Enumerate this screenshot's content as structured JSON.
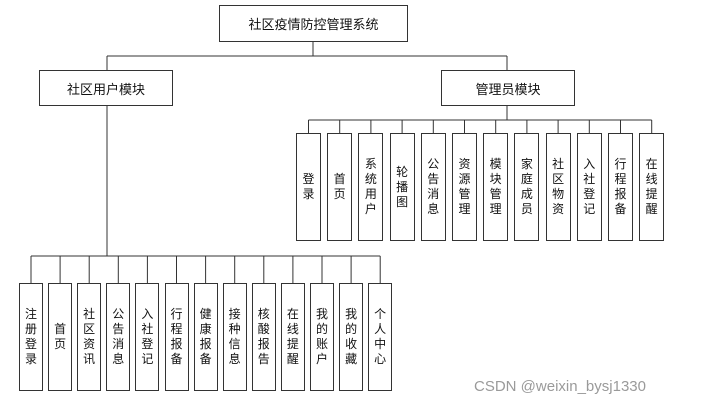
{
  "root": {
    "label": "社区疫情防控管理系统"
  },
  "user_module": {
    "label": "社区用户模块",
    "children": [
      "注册登录",
      "首页",
      "社区资讯",
      "公告消息",
      "入社登记",
      "行程报备",
      "健康报备",
      "接种信息",
      "核酸报告",
      "在线提醒",
      "我的账户",
      "我的收藏",
      "个人中心"
    ]
  },
  "admin_module": {
    "label": "管理员模块",
    "children": [
      "登录",
      "首页",
      "系统用户",
      "轮播图",
      "公告消息",
      "资源管理",
      "模块管理",
      "家庭成员",
      "社区物资",
      "入社登记",
      "行程报备",
      "在线提醒"
    ]
  },
  "watermark": "CSDN @weixin_bysj1330",
  "colors": {
    "line": "#333333",
    "box_border": "#333333",
    "watermark": "#9a9a9a"
  }
}
